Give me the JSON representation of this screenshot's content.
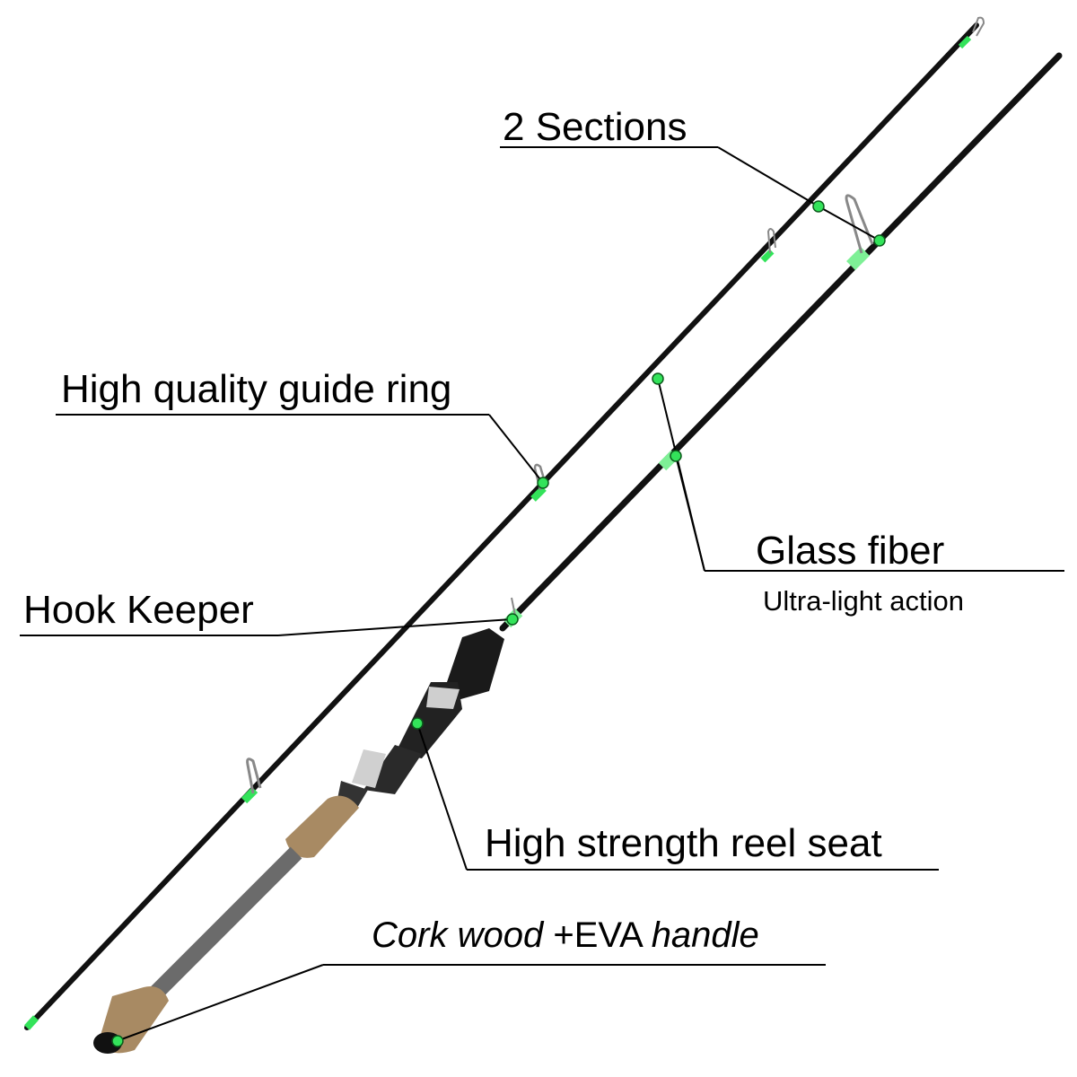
{
  "colors": {
    "accent": "#33e35a",
    "rod": "#111111",
    "blank": "#6b6b6b",
    "cork": "#a88a63",
    "eva": "#1a1a1a"
  },
  "labels": {
    "sections": "2 Sections",
    "guide_ring": "High quality guide ring",
    "hook_keeper": "Hook Keeper",
    "glass_fiber": "Glass fiber",
    "action": "Ultra-light action",
    "reel_seat": "High strength reel seat",
    "handle_cork": "Cork wood",
    "handle_eva": "+EVA",
    "handle_word": "handle"
  }
}
